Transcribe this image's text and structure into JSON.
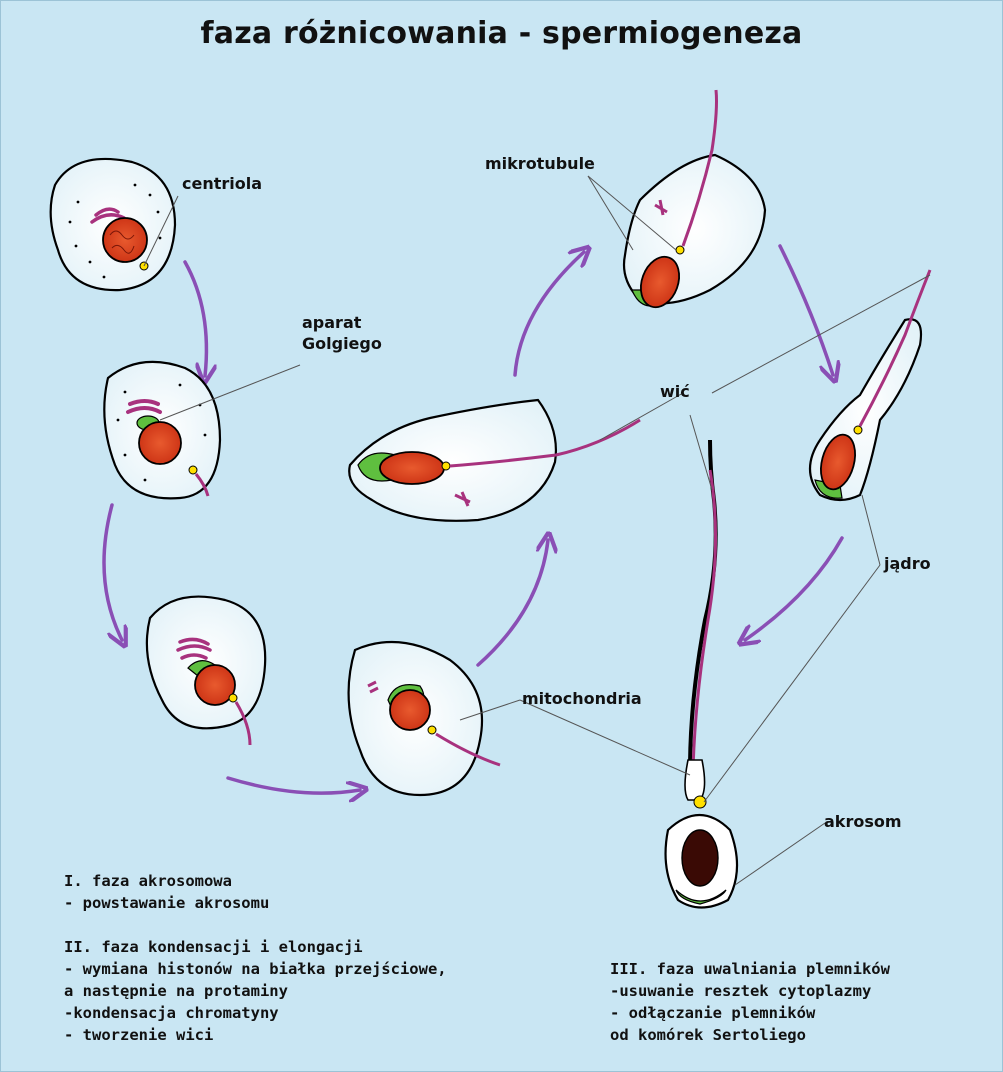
{
  "title": "faza różnicowania - spermiogeneza",
  "labels": {
    "centriole": "centriola",
    "golgi_1": "aparat",
    "golgi_2": "Golgiego",
    "microtubules": "mikrotubule",
    "flagellum": "wić",
    "nucleus": "jądro",
    "mitochondria": "mitochondria",
    "acrosome": "akrosom"
  },
  "phases": {
    "phase1": {
      "title": "I. faza akrosomowa",
      "items": [
        "- powstawanie akrosomu"
      ]
    },
    "phase2": {
      "title": "II. faza kondensacji i elongacji",
      "items": [
        "- wymiana histonów na białka przejściowe,",
        "a następnie na protaminy",
        "-kondensacja chromatyny",
        "- tworzenie wici"
      ]
    },
    "phase3": {
      "title": "III. faza uwalniania plemników",
      "items": [
        "-usuwanie resztek cytoplazmy",
        "- odłączanie plemników",
        "od komórek Sertoliego"
      ]
    }
  },
  "colors": {
    "background": "#c9e6f3",
    "cell_fill": "#ffffff",
    "nucleus": "#e0401e",
    "golgi": "#a8327e",
    "acrosome": "#5fbf3f",
    "centriole": "#ffe000",
    "arrow": "#8a4fb5",
    "leader_line": "#555555"
  }
}
